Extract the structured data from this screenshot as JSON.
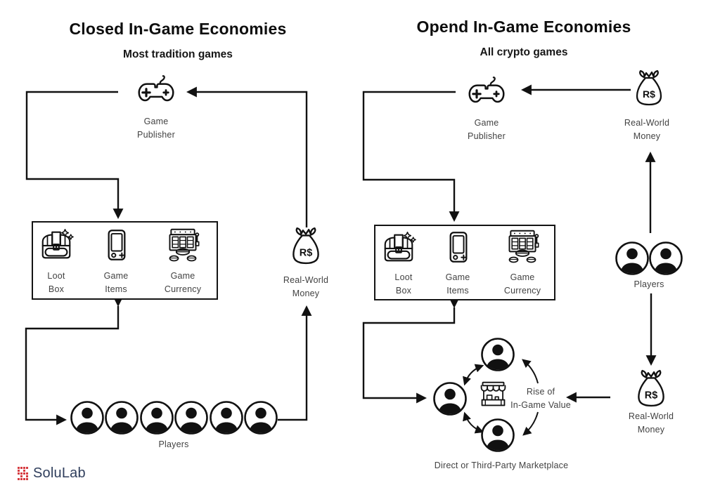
{
  "colors": {
    "ink": "#111111",
    "label_gray": "#424242",
    "background": "#ffffff",
    "logo_text_color": "#2f3e5c",
    "logo_accent": "#d63b40"
  },
  "shared": {
    "money_bag_text": "R$"
  },
  "left": {
    "title": "Closed In-Game Economies",
    "subtitle": "Most tradition games",
    "publisher_label": "Game\nPublisher",
    "publisher_icon": "gamepad-icon",
    "box_items": [
      {
        "label": "Loot\nBox",
        "icon": "treasure-chest-icon"
      },
      {
        "label": "Game\nItems",
        "icon": "handheld-console-icon"
      },
      {
        "label": "Game\nCurrency",
        "icon": "slot-machine-icon"
      }
    ],
    "money_label": "Real-World\nMoney",
    "money_icon": "money-bag-icon",
    "players_label": "Players",
    "players_count": 6
  },
  "right": {
    "title": "Opend In-Game Economies",
    "subtitle": "All crypto games",
    "publisher_label": "Game\nPublisher",
    "top_money_label": "Real-World\nMoney",
    "bottom_money_label": "Real-World\nMoney",
    "box_items": [
      {
        "label": "Loot\nBox",
        "icon": "treasure-chest-icon"
      },
      {
        "label": "Game\nItems",
        "icon": "handheld-console-icon"
      },
      {
        "label": "Game\nCurrency",
        "icon": "slot-machine-icon"
      }
    ],
    "cycle_label": "Rise of\nIn-Game Value",
    "marketplace_label": "Direct or Third-Party Marketplace",
    "players_label": "Players",
    "players_count": 2
  },
  "footer": {
    "logo_text": "SoluLab"
  }
}
